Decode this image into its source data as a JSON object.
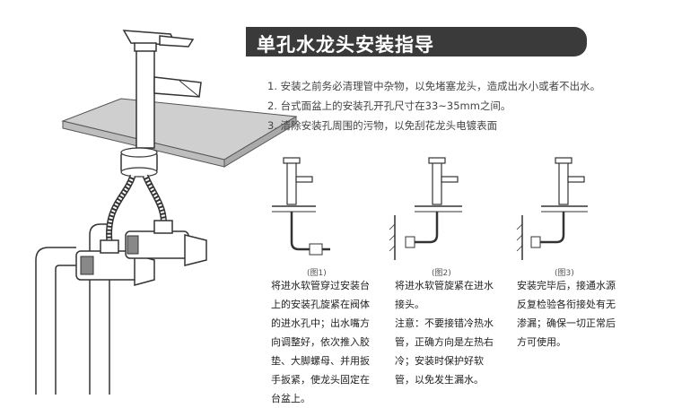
{
  "title": "单孔水龙头安装指导",
  "steps": [
    "1. 安装之前务必清理管中杂物，以免堵塞龙头，造成出水小或者不出水。",
    "2. 台式面盆上的安装孔开孔尺寸在33~35mm之间。",
    "3. 清除安装孔周围的污物，以免刮花龙头电镀表面"
  ],
  "figures": [
    {
      "label": "(图1)",
      "desc": "将进水软管穿过安装台上的安装孔旋紧在阀体的进水孔中；出水嘴方向调整好，依次推入胶垫、大脚螺母、并用扳手扳紧，使龙头固定在台盆上。"
    },
    {
      "label": "(图2)",
      "desc": "将进水软管旋紧在进水接头。",
      "note": "注意：不要接错冷热水管，正确方向是左热右冷；安装时保护好软管，以免发生漏水。"
    },
    {
      "label": "(图3)",
      "desc": "安装完毕后，接通水源反复检验各衔接处有无渗漏；确保一切正常后方可使用。"
    }
  ]
}
